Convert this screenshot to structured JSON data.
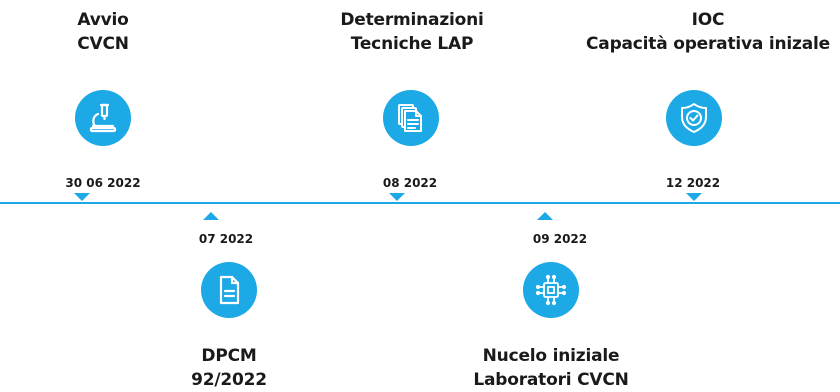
{
  "accent_color": "#1ca9e6",
  "milestones": [
    {
      "title_lines": [
        "Avvio",
        "CVCN"
      ],
      "date": "30 06 2022",
      "icon": "microscope-icon",
      "position": "above"
    },
    {
      "title_lines": [
        "DPCM",
        "92/2022"
      ],
      "date": "07 2022",
      "icon": "document-icon",
      "position": "below"
    },
    {
      "title_lines": [
        "Determinazioni",
        "Tecniche LAP"
      ],
      "date": "08 2022",
      "icon": "documents-stack-icon",
      "position": "above"
    },
    {
      "title_lines": [
        "Nucelo iniziale",
        "Laboratori CVCN"
      ],
      "date": "09 2022",
      "icon": "chip-icon",
      "position": "below"
    },
    {
      "title_lines": [
        "IOC",
        "Capacità operativa inizale"
      ],
      "date": "12 2022",
      "icon": "shield-check-icon",
      "position": "above"
    }
  ]
}
